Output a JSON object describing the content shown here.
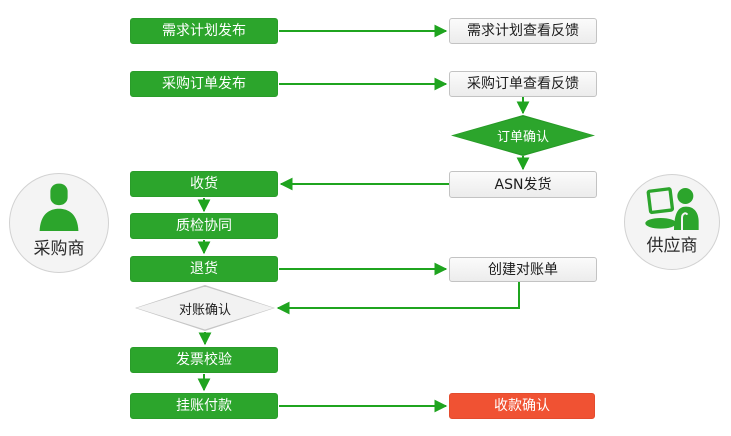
{
  "diagram": {
    "type": "flowchart",
    "colors": {
      "process_green": "#2ca52c",
      "connector_green": "#1fa41f",
      "decision_green": "#2ca52c",
      "decision_gray_fill": "#f2f2f2",
      "end_red": "#f05233",
      "neutral_box_fill": "#f3f3f3",
      "neutral_box_border": "#c3c3c3",
      "actor_circle_fill": "#f4f4f4"
    },
    "actors": {
      "buyer": {
        "label": "采购商",
        "icon": "person-icon"
      },
      "supplier": {
        "label": "供应商",
        "icon": "person-laptop-icon"
      }
    },
    "nodes": {
      "demand_publish": {
        "label": "需求计划发布",
        "type": "process",
        "lane": "buyer"
      },
      "demand_feedback": {
        "label": "需求计划查看反馈",
        "type": "process",
        "lane": "supplier"
      },
      "po_publish": {
        "label": "采购订单发布",
        "type": "process",
        "lane": "buyer"
      },
      "po_feedback": {
        "label": "采购订单查看反馈",
        "type": "process",
        "lane": "supplier"
      },
      "order_confirm": {
        "label": "订单确认",
        "type": "decision",
        "lane": "supplier"
      },
      "asn_ship": {
        "label": "ASN发货",
        "type": "process",
        "lane": "supplier"
      },
      "receive": {
        "label": "收货",
        "type": "process",
        "lane": "buyer"
      },
      "quality_check": {
        "label": "质检协同",
        "type": "process",
        "lane": "buyer"
      },
      "return_goods": {
        "label": "退货",
        "type": "process",
        "lane": "buyer"
      },
      "create_statement": {
        "label": "创建对账单",
        "type": "process",
        "lane": "supplier"
      },
      "statement_confirm": {
        "label": "对账确认",
        "type": "decision",
        "lane": "buyer"
      },
      "invoice_verify": {
        "label": "发票校验",
        "type": "process",
        "lane": "buyer"
      },
      "payment": {
        "label": "挂账付款",
        "type": "process",
        "lane": "buyer"
      },
      "receipt_confirm": {
        "label": "收款确认",
        "type": "end",
        "lane": "supplier"
      }
    },
    "edges": [
      {
        "from": "需求计划发布",
        "to": "需求计划查看反馈"
      },
      {
        "from": "采购订单发布",
        "to": "采购订单查看反馈"
      },
      {
        "from": "采购订单查看反馈",
        "to": "订单确认"
      },
      {
        "from": "订单确认",
        "to": "ASN发货"
      },
      {
        "from": "ASN发货",
        "to": "收货"
      },
      {
        "from": "收货",
        "to": "质检协同"
      },
      {
        "from": "质检协同",
        "to": "退货"
      },
      {
        "from": "退货",
        "to": "创建对账单"
      },
      {
        "from": "创建对账单",
        "to": "对账确认"
      },
      {
        "from": "对账确认",
        "to": "发票校验"
      },
      {
        "from": "发票校验",
        "to": "挂账付款"
      },
      {
        "from": "挂账付款",
        "to": "收款确认"
      }
    ]
  }
}
